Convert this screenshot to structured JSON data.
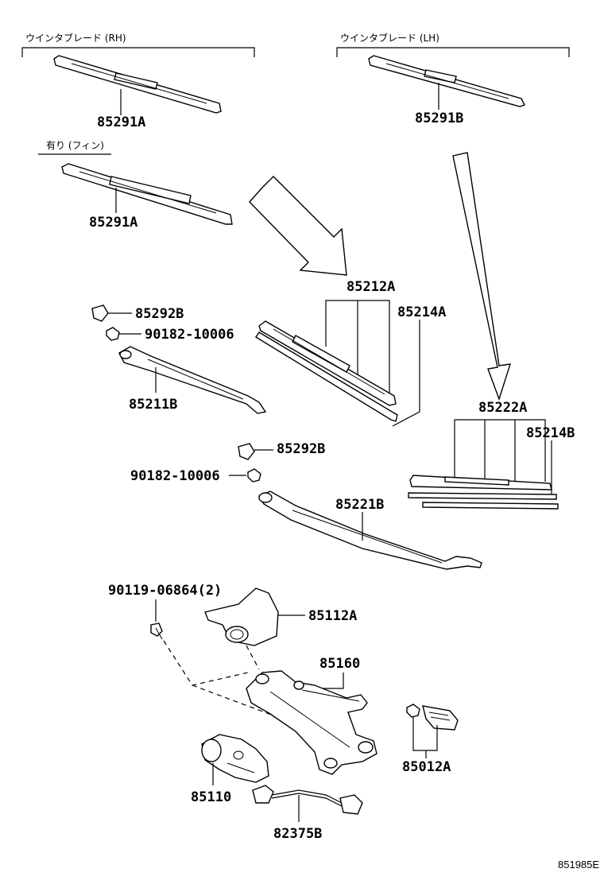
{
  "headers": {
    "blade_rh": "ウインタブレード (RH)",
    "blade_lh": "ウインタブレード (LH)",
    "with_fin": "有り (フィン)"
  },
  "parts": {
    "p85291A_top": "85291A",
    "p85291B": "85291B",
    "p85291A_fin": "85291A",
    "p85212A": "85212A",
    "p85214A": "85214A",
    "p85292B_1": "85292B",
    "p90182_1": "90182-10006",
    "p85211B": "85211B",
    "p85292B_2": "85292B",
    "p90182_2": "90182-10006",
    "p85222A": "85222A",
    "p85214B": "85214B",
    "p85221B": "85221B",
    "p90119": "90119-06864(2)",
    "p85112A": "85112A",
    "p85160": "85160",
    "p85012A": "85012A",
    "p85110": "85110",
    "p82375B": "82375B"
  },
  "diagram_code": "851985E"
}
